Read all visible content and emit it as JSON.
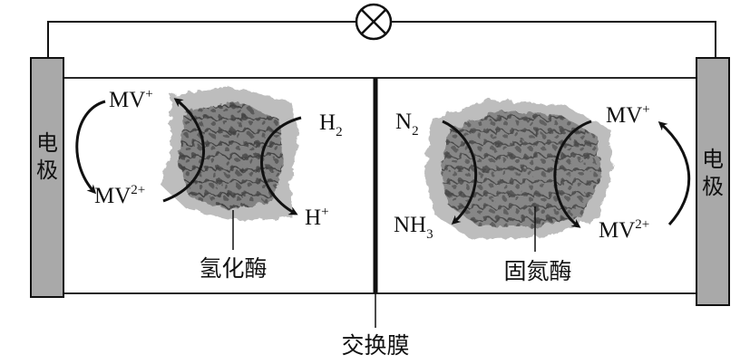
{
  "labels": {
    "electrode_left": "电极",
    "electrode_right": "电极",
    "hydrogenase": "氢化酶",
    "nitrogenase": "固氮酶",
    "membrane": "交换膜"
  },
  "species": {
    "mv_plus_left": "MV",
    "mv_plus_left_sup": "+",
    "mv2_left": "MV",
    "mv2_left_sup": "2+",
    "h2": "H",
    "h2_sub": "2",
    "h_plus": "H",
    "h_plus_sup": "+",
    "n2": "N",
    "n2_sub": "2",
    "nh3": "NH",
    "nh3_sub": "3",
    "mv_plus_right": "MV",
    "mv_plus_right_sup": "+",
    "mv2_right": "MV",
    "mv2_right_sup": "2+"
  },
  "icons": {
    "lamp": "lamp-icon"
  },
  "colors": {
    "electrode_fill": "#a9a9a9",
    "enzyme_fill": "#bdbdbd",
    "enzyme_dark": "#5f5f5f",
    "stroke": "#111111"
  }
}
